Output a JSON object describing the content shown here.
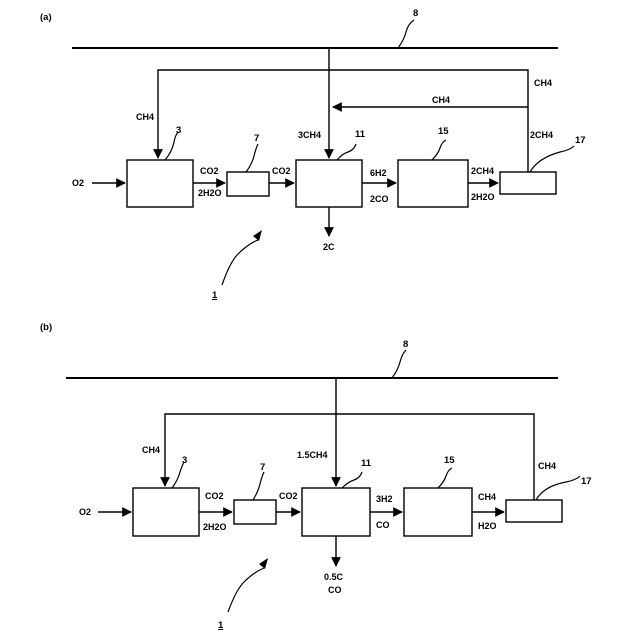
{
  "panel_a": {
    "label": "(a)",
    "refs": {
      "pipeline": "8",
      "reactor1": "3",
      "unit7": "7",
      "reactor11": "11",
      "reactor15": "15",
      "unit17": "17",
      "system": "1"
    },
    "flows": {
      "o2_in": "O2",
      "ch4_to_3": "CH4",
      "co2_3_7": "CO2",
      "h2o_3_7": "2H2O",
      "co2_7_11": "CO2",
      "ch4_from_pipe": "3CH4",
      "h2_11_15": "6H2",
      "co_11_15": "2CO",
      "c_out": "2C",
      "ch4_15_17": "2CH4",
      "h2o_15_17": "2H2O",
      "ch4_recycle": "CH4",
      "ch4_return_top": "CH4",
      "ch4_from_17": "2CH4"
    }
  },
  "panel_b": {
    "label": "(b)",
    "refs": {
      "pipeline": "8",
      "reactor1": "3",
      "unit7": "7",
      "reactor11": "11",
      "reactor15": "15",
      "unit17": "17",
      "system": "1"
    },
    "flows": {
      "o2_in": "O2",
      "ch4_to_3": "CH4",
      "co2_3_7": "CO2",
      "h2o_3_7": "2H2O",
      "co2_7_11": "CO2",
      "ch4_from_pipe": "1.5CH4",
      "h2_11_15": "3H2",
      "co_11_15": "CO",
      "c_out": "0.5C",
      "co_out": "CO",
      "ch4_15_17": "CH4",
      "h2o_15_17": "H2O",
      "ch4_return": "CH4"
    }
  }
}
